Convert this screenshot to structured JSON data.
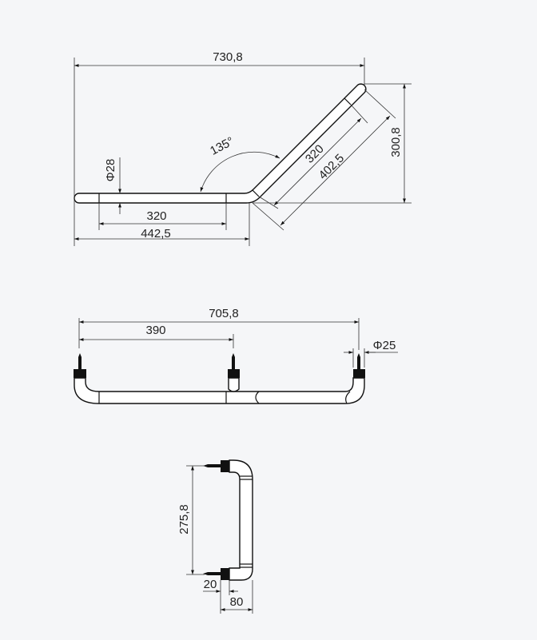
{
  "top_view": {
    "overall_width": "730,8",
    "height": "300,8",
    "grip_length_horizontal": "320",
    "horizontal_length": "442,5",
    "diameter": "Φ28",
    "angle": "135°",
    "grip_length_diagonal": "320",
    "diagonal_length": "402,5"
  },
  "front_view": {
    "overall_width": "705,8",
    "mount_spacing": "390",
    "diameter": "Φ25"
  },
  "side_view": {
    "height": "275,8",
    "flange": "20",
    "depth": "80"
  }
}
